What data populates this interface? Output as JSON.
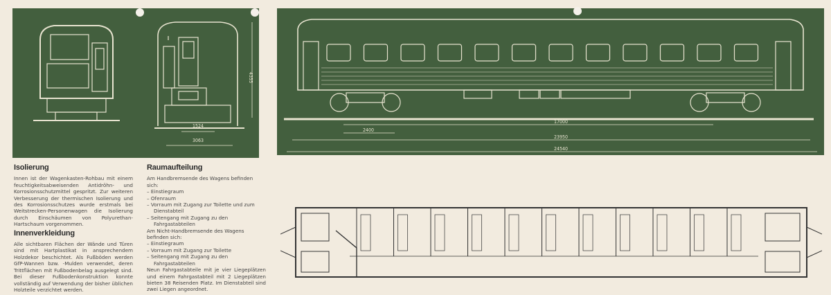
{
  "colors": {
    "panel": "#435f3e",
    "paper": "#f2ebdf",
    "line": "#e8e4d0"
  },
  "dimensions": {
    "track_gauge": "1524",
    "width": "3063",
    "height": "4355",
    "bogie_wheelbase": "2400",
    "bogie_centres": "17000",
    "body_length": "23950",
    "length_over_buffers": "24540"
  },
  "isolierung": {
    "heading": "Isolierung",
    "text": "Innen ist der Wagenkasten-Rohbau mit einem feuchtigkeitsabweisenden Antidröhn- und Korrosionsschutzmittel gespritzt. Zur weiteren Verbesserung der thermischen Isolierung und des Korrosionsschutzes wurde erstmals bei Weitstrecken-Personenwagen die Isolierung durch Einschäumen von Polyurethan-Hartschaum vorgenommen."
  },
  "innenverkleidung": {
    "heading": "Innenverkleidung",
    "text": "Alle sichtbaren Flächen der Wände und Türen sind mit Hartplastikat in ansprechendem Holzdekor beschichtet. Als Fußböden werden GfP-Wannen bzw. -Mulden verwendet, deren Trittflächen mit Fußbodenbelag ausgelegt sind. Bei dieser Fußbodenkonstruktion konnte vollständig auf Verwendung der bisher üblichen Holzteile verzichtet werden."
  },
  "raumaufteilung": {
    "heading": "Raumaufteilung",
    "intro1": "Am Handbremsende des Wagens befinden sich:",
    "list1": [
      "– Einstiegraum",
      "– Ofenraum",
      "– Vorraum mit Zugang zur Toilette und zum Dienstabteil",
      "– Seitengang mit Zugang zu den Fahrgastabteilen"
    ],
    "intro2": "Am Nicht-Handbremsende des Wagens befinden sich:",
    "list2": [
      "– Einstiegraum",
      "– Vorraum mit Zugang zur Toilette",
      "– Seitengang mit Zugang zu den Fahrgastabteilen"
    ],
    "outro": "Neun Fahrgastabteile mit je vier Liegeplätzen und einem Fahrgastabteil mit 2 Liegeplätzen bieten 38 Reisenden Platz. Im Dienstabteil sind zwei Liegen angeordnet."
  }
}
